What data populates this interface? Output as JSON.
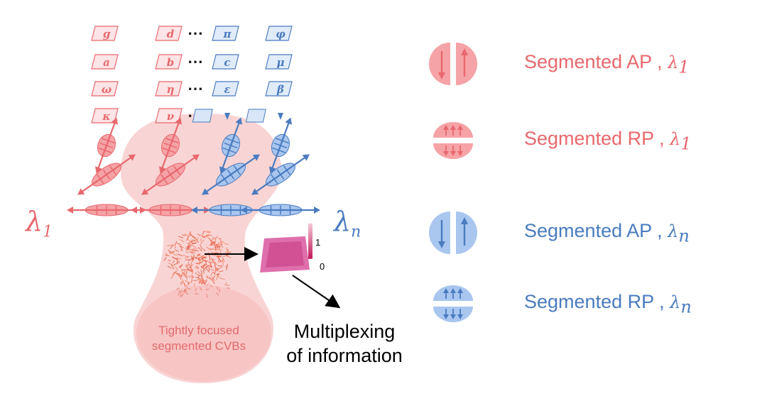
{
  "symbol_grid": {
    "rows": [
      [
        "ɡ",
        "d",
        "⋯",
        "π",
        "φ"
      ],
      [
        "a",
        "b",
        "⋯",
        "c",
        "μ"
      ],
      [
        "ω",
        "η",
        "⋯",
        "ε",
        "β"
      ],
      [
        "κ",
        "ν",
        "⋯",
        "",
        ""
      ]
    ]
  },
  "beam": {
    "lambda_left": "λ",
    "lambda_left_sub": "1",
    "lambda_right": "λ",
    "lambda_right_sub": "n",
    "focus_caption_line1": "Tightly focused",
    "focus_caption_line2": "segmented CVBs"
  },
  "colorbar": {
    "max_label": "1",
    "min_label": "0"
  },
  "output_caption": {
    "line1": "Multiplexing",
    "line2": "of information"
  },
  "legend": [
    {
      "text": "Segmented AP , ",
      "lambda": "λ",
      "sub": "1",
      "color": "#e8686e",
      "icon": "segmented-ap-icon"
    },
    {
      "text": "Segmented RP , ",
      "lambda": "λ",
      "sub": "1",
      "color": "#e8686e",
      "icon": "segmented-rp-icon"
    },
    {
      "text": "Segmented AP , ",
      "lambda": "λ",
      "sub": "n",
      "color": "#4a7bbf",
      "icon": "segmented-ap-icon"
    },
    {
      "text": "Segmented RP , ",
      "lambda": "λ",
      "sub": "n",
      "color": "#4a7bbf",
      "icon": "segmented-rp-icon"
    }
  ],
  "colors": {
    "red": "#e8686e",
    "blue": "#4a7bbf",
    "red_fill": "#f5a3a6",
    "blue_fill": "#a9c6ef",
    "focus_fill": "#f7c6c6"
  }
}
